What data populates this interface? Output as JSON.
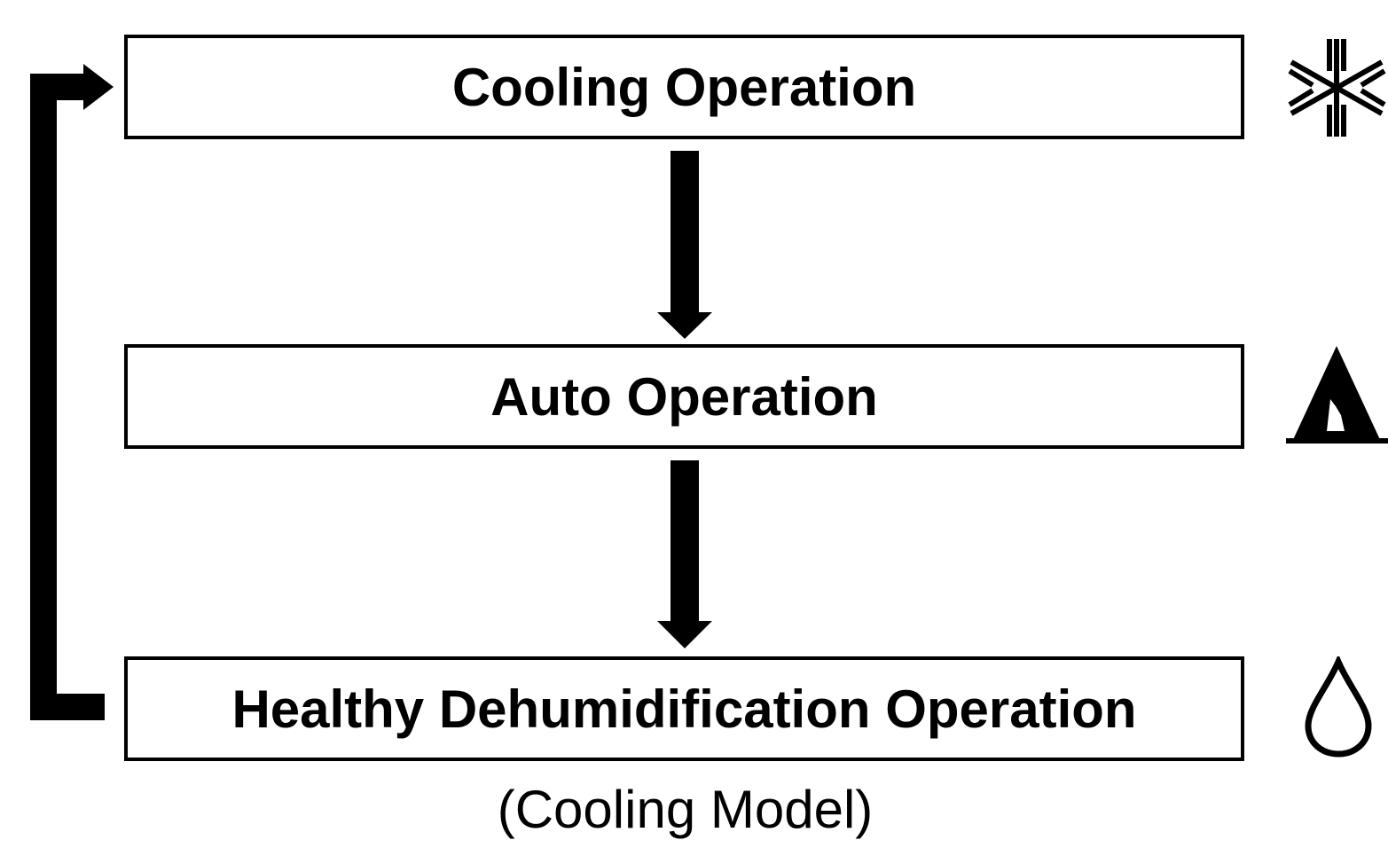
{
  "modes": [
    {
      "label": "Cooling Operation",
      "icon": "snowflake-icon"
    },
    {
      "label": "Auto Operation",
      "icon": "auto-a-icon"
    },
    {
      "label": "Healthy Dehumidification Operation",
      "icon": "water-drop-icon"
    }
  ],
  "caption": "(Cooling Model)",
  "colors": {
    "line": "#000000",
    "background": "#ffffff"
  }
}
